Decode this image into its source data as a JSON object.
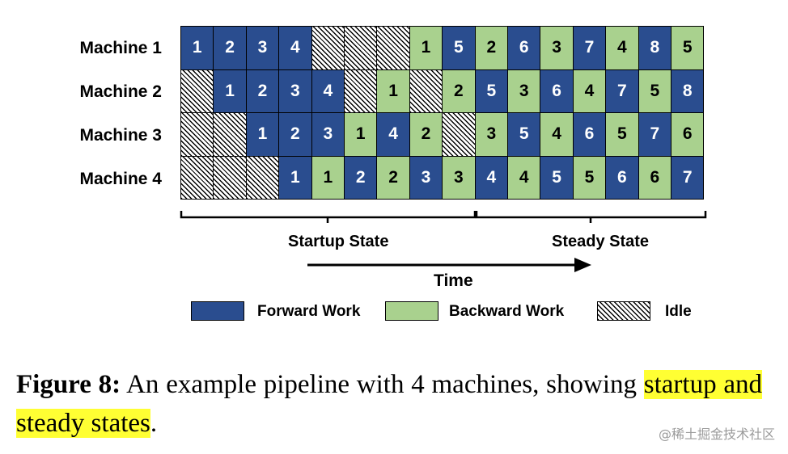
{
  "machines": [
    "Machine 1",
    "Machine 2",
    "Machine 3",
    "Machine 4"
  ],
  "schedule": [
    [
      {
        "t": "F",
        "n": "1"
      },
      {
        "t": "F",
        "n": "2"
      },
      {
        "t": "F",
        "n": "3"
      },
      {
        "t": "F",
        "n": "4"
      },
      {
        "t": "I",
        "n": ""
      },
      {
        "t": "I",
        "n": ""
      },
      {
        "t": "I",
        "n": ""
      },
      {
        "t": "B",
        "n": "1"
      },
      {
        "t": "F",
        "n": "5"
      },
      {
        "t": "B",
        "n": "2"
      },
      {
        "t": "F",
        "n": "6"
      },
      {
        "t": "B",
        "n": "3"
      },
      {
        "t": "F",
        "n": "7"
      },
      {
        "t": "B",
        "n": "4"
      },
      {
        "t": "F",
        "n": "8"
      },
      {
        "t": "B",
        "n": "5"
      }
    ],
    [
      {
        "t": "I",
        "n": ""
      },
      {
        "t": "F",
        "n": "1"
      },
      {
        "t": "F",
        "n": "2"
      },
      {
        "t": "F",
        "n": "3"
      },
      {
        "t": "F",
        "n": "4"
      },
      {
        "t": "I",
        "n": ""
      },
      {
        "t": "B",
        "n": "1"
      },
      {
        "t": "I",
        "n": ""
      },
      {
        "t": "B",
        "n": "2"
      },
      {
        "t": "F",
        "n": "5"
      },
      {
        "t": "B",
        "n": "3"
      },
      {
        "t": "F",
        "n": "6"
      },
      {
        "t": "B",
        "n": "4"
      },
      {
        "t": "F",
        "n": "7"
      },
      {
        "t": "B",
        "n": "5"
      },
      {
        "t": "F",
        "n": "8"
      }
    ],
    [
      {
        "t": "I",
        "n": ""
      },
      {
        "t": "I",
        "n": ""
      },
      {
        "t": "F",
        "n": "1"
      },
      {
        "t": "F",
        "n": "2"
      },
      {
        "t": "F",
        "n": "3"
      },
      {
        "t": "B",
        "n": "1"
      },
      {
        "t": "F",
        "n": "4"
      },
      {
        "t": "B",
        "n": "2"
      },
      {
        "t": "I",
        "n": ""
      },
      {
        "t": "B",
        "n": "3"
      },
      {
        "t": "F",
        "n": "5"
      },
      {
        "t": "B",
        "n": "4"
      },
      {
        "t": "F",
        "n": "6"
      },
      {
        "t": "B",
        "n": "5"
      },
      {
        "t": "F",
        "n": "7"
      },
      {
        "t": "B",
        "n": "6"
      }
    ],
    [
      {
        "t": "I",
        "n": ""
      },
      {
        "t": "I",
        "n": ""
      },
      {
        "t": "I",
        "n": ""
      },
      {
        "t": "F",
        "n": "1"
      },
      {
        "t": "B",
        "n": "1"
      },
      {
        "t": "F",
        "n": "2"
      },
      {
        "t": "B",
        "n": "2"
      },
      {
        "t": "F",
        "n": "3"
      },
      {
        "t": "B",
        "n": "3"
      },
      {
        "t": "F",
        "n": "4"
      },
      {
        "t": "B",
        "n": "4"
      },
      {
        "t": "F",
        "n": "5"
      },
      {
        "t": "B",
        "n": "5"
      },
      {
        "t": "F",
        "n": "6"
      },
      {
        "t": "B",
        "n": "6"
      },
      {
        "t": "F",
        "n": "7"
      }
    ]
  ],
  "phases": {
    "startup": "Startup State",
    "steady": "Steady State"
  },
  "time_label": "Time",
  "legend": {
    "forward": "Forward Work",
    "backward": "Backward Work",
    "idle": "Idle"
  },
  "colors": {
    "forward": "#2a4d8f",
    "backward": "#a9d18e",
    "idle_hatch": "#000000"
  },
  "caption": {
    "label": "Figure 8:",
    "text_before": " An example pipeline with 4 machines, showing ",
    "highlighted": "startup and steady states",
    "text_after": "."
  },
  "watermark": "@稀土掘金技术社区"
}
